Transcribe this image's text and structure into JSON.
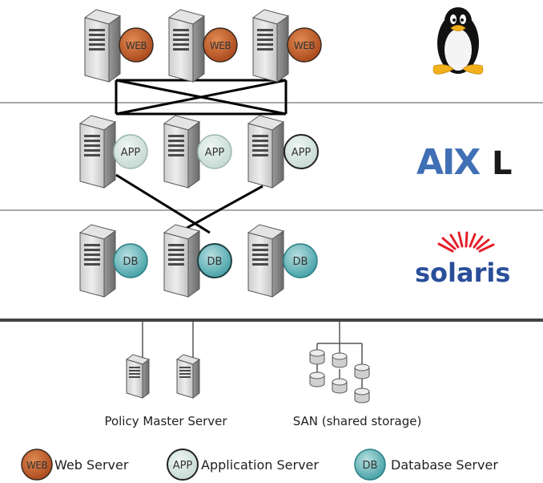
{
  "tiers": [
    {
      "id": "web",
      "os": "linux",
      "os_icon": "tux-penguin-icon",
      "badge": "WEB",
      "badge_color": "#b8541f"
    },
    {
      "id": "app",
      "os": "AIX",
      "os_icon": "aix-logo",
      "badge": "APP",
      "badge_color": "#d2e2dc"
    },
    {
      "id": "db",
      "os": "solaris",
      "os_icon": "solaris-logo",
      "badge": "DB",
      "badge_color": "#3aa0a6"
    }
  ],
  "logos": {
    "aix_letters": "AIX",
    "aix_suffix": "L",
    "solaris_text": "solaris"
  },
  "captions": {
    "policy_master": "Policy Master Server",
    "san": "SAN (shared storage)"
  },
  "legend": [
    {
      "badge": "WEB",
      "label": "Web Server",
      "color": "#b8541f"
    },
    {
      "badge": "APP",
      "label": "Application Server",
      "color": "#d2e2dc"
    },
    {
      "badge": "DB",
      "label": "Database Server",
      "color": "#3aa0a6"
    }
  ],
  "colors": {
    "server_light": "#f2f2f2",
    "server_dark": "#6e6e6e",
    "divider": "#a8a8a8",
    "connector": "#000000"
  }
}
